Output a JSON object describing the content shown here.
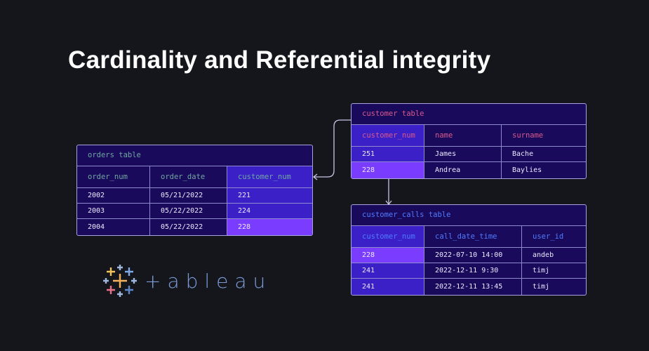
{
  "title": "Cardinality and Referential integrity",
  "colors": {
    "background": "#14161c",
    "table_bg": "#1a0a5c",
    "table_border": "#a8a4e0",
    "key_column": "#3b1fc7",
    "matched_row": "#7a3cff",
    "orders_header_text": "#6fa8a0",
    "customer_header_text": "#d85a8a",
    "calls_header_text": "#4f7cff"
  },
  "tables": {
    "orders": {
      "caption": "orders table",
      "columns": [
        "order_num",
        "order_date",
        "customer_num"
      ],
      "rows": [
        [
          "2002",
          "05/21/2022",
          "221"
        ],
        [
          "2003",
          "05/22/2022",
          "224"
        ],
        [
          "2004",
          "05/22/2022",
          "228"
        ]
      ]
    },
    "customer": {
      "caption": "customer table",
      "columns": [
        "customer_num",
        "name",
        "surname"
      ],
      "rows": [
        [
          "251",
          "James",
          "Bache"
        ],
        [
          "228",
          "Andrea",
          "Baylies"
        ]
      ]
    },
    "customer_calls": {
      "caption": "customer_calls table",
      "columns": [
        "customer_num",
        "call_date_time",
        "user_id"
      ],
      "rows": [
        [
          "228",
          "2022-07-10 14:00",
          "andeb"
        ],
        [
          "241",
          "2022-12-11 9:30",
          "timj"
        ],
        [
          "241",
          "2022-12-11 13:45",
          "timj"
        ]
      ]
    }
  },
  "relationships": [
    {
      "from": "customer.customer_num",
      "to": "orders.customer_num"
    },
    {
      "from": "customer.customer_num",
      "to": "customer_calls.customer_num"
    }
  ],
  "logo": {
    "icon": "tableau-cross-logo-icon",
    "text": "+ableau"
  }
}
